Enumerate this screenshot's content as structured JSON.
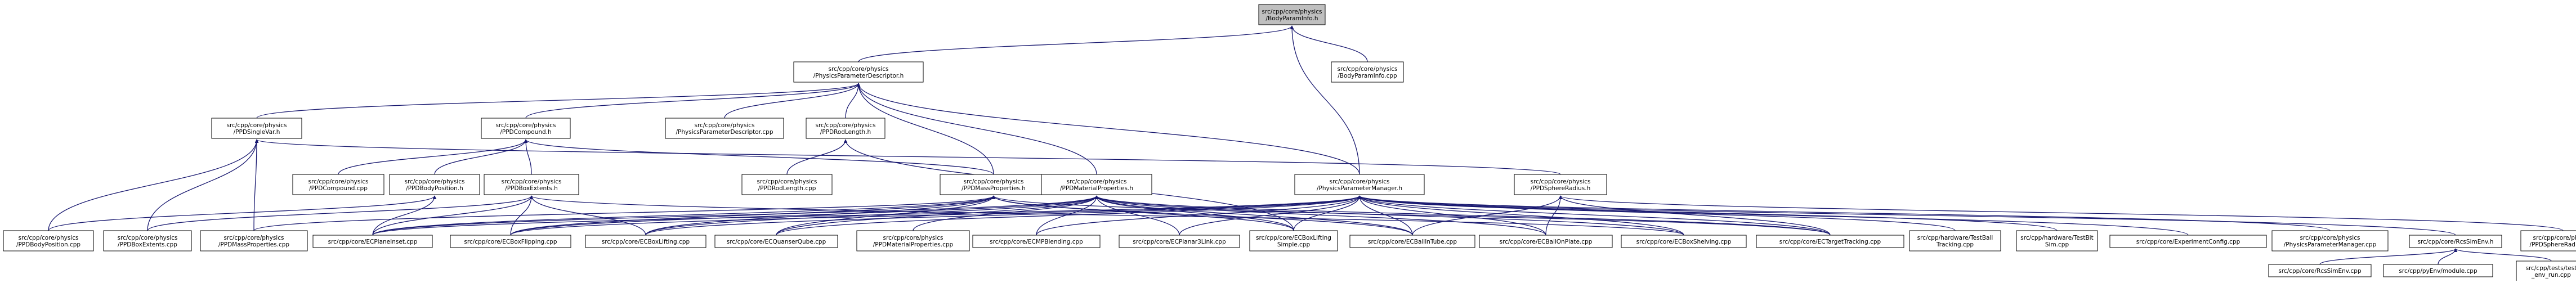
{
  "colors": {
    "edge": "#191970",
    "node_border": "#000000",
    "node_fill": "#ffffff",
    "highlight_fill": "#bfbfbf",
    "text": "#000000"
  },
  "nodes": [
    {
      "id": "n_bpi_h",
      "lines": [
        "src/cpp/core/physics",
        "/BodyParamInfo.h"
      ],
      "highlight": true
    },
    {
      "id": "n_ppd_h",
      "lines": [
        "src/cpp/core/physics",
        "/PhysicsParameterDescriptor.h"
      ]
    },
    {
      "id": "n_bpi_cpp",
      "lines": [
        "src/cpp/core/physics",
        "/BodyParamInfo.cpp"
      ]
    },
    {
      "id": "n_singlevar",
      "lines": [
        "src/cpp/core/physics",
        "/PPDSingleVar.h"
      ]
    },
    {
      "id": "n_compound_h",
      "lines": [
        "src/cpp/core/physics",
        "/PPDCompound.h"
      ]
    },
    {
      "id": "n_ppd_cpp",
      "lines": [
        "src/cpp/core/physics",
        "/PhysicsParameterDescriptor.cpp"
      ]
    },
    {
      "id": "n_rodlen_h",
      "lines": [
        "src/cpp/core/physics",
        "/PPDRodLength.h"
      ]
    },
    {
      "id": "n_compound_cpp",
      "lines": [
        "src/cpp/core/physics",
        "/PPDCompound.cpp"
      ]
    },
    {
      "id": "n_bodypos_h",
      "lines": [
        "src/cpp/core/physics",
        "/PPDBodyPosition.h"
      ]
    },
    {
      "id": "n_boxext_h",
      "lines": [
        "src/cpp/core/physics",
        "/PPDBoxExtents.h"
      ]
    },
    {
      "id": "n_rodlen_cpp",
      "lines": [
        "src/cpp/core/physics",
        "/PPDRodLength.cpp"
      ]
    },
    {
      "id": "n_massprop_h",
      "lines": [
        "src/cpp/core/physics",
        "/PPDMassProperties.h"
      ]
    },
    {
      "id": "n_matprop_h",
      "lines": [
        "src/cpp/core/physics",
        "/PPDMaterialProperties.h"
      ]
    },
    {
      "id": "n_ppm_h",
      "lines": [
        "src/cpp/core/physics",
        "/PhysicsParameterManager.h"
      ]
    },
    {
      "id": "n_sphere_h",
      "lines": [
        "src/cpp/core/physics",
        "/PPDSphereRadius.h"
      ]
    },
    {
      "id": "n_bodypos_cpp",
      "lines": [
        "src/cpp/core/physics",
        "/PPDBodyPosition.cpp"
      ]
    },
    {
      "id": "n_boxext_cpp",
      "lines": [
        "src/cpp/core/physics",
        "/PPDBoxExtents.cpp"
      ]
    },
    {
      "id": "n_massprop_cpp",
      "lines": [
        "src/cpp/core/physics",
        "/PPDMassProperties.cpp"
      ]
    },
    {
      "id": "n_planeinset",
      "lines": [
        "src/cpp/core/ECPlaneInset.cpp"
      ]
    },
    {
      "id": "n_boxflipping",
      "lines": [
        "src/cpp/core/ECBoxFlipping.cpp"
      ]
    },
    {
      "id": "n_boxlifting",
      "lines": [
        "src/cpp/core/ECBoxLifting.cpp"
      ]
    },
    {
      "id": "n_qube",
      "lines": [
        "src/cpp/core/ECQuanserQube.cpp"
      ]
    },
    {
      "id": "n_matprop_cpp",
      "lines": [
        "src/cpp/core/physics",
        "/PPDMaterialProperties.cpp"
      ]
    },
    {
      "id": "n_mpblending",
      "lines": [
        "src/cpp/core/ECMPBlending.cpp"
      ]
    },
    {
      "id": "n_planar3link",
      "lines": [
        "src/cpp/core/ECPlanar3Link.cpp"
      ]
    },
    {
      "id": "n_boxliftsimple",
      "lines": [
        "src/cpp/core/ECBoxLifting",
        "Simple.cpp"
      ]
    },
    {
      "id": "n_ballintube",
      "lines": [
        "src/cpp/core/ECBallInTube.cpp"
      ]
    },
    {
      "id": "n_ballonplate",
      "lines": [
        "src/cpp/core/ECBallOnPlate.cpp"
      ]
    },
    {
      "id": "n_boxshelving",
      "lines": [
        "src/cpp/core/ECBoxShelving.cpp"
      ]
    },
    {
      "id": "n_targettracking",
      "lines": [
        "src/cpp/core/ECTargetTracking.cpp"
      ]
    },
    {
      "id": "n_hw_testball",
      "lines": [
        "src/cpp/hardware/TestBall",
        "Tracking.cpp"
      ]
    },
    {
      "id": "n_hw_testbit",
      "lines": [
        "src/cpp/hardware/TestBit",
        "Sim.cpp"
      ]
    },
    {
      "id": "n_expconfig",
      "lines": [
        "src/cpp/core/ExperimentConfig.cpp"
      ]
    },
    {
      "id": "n_ppm_cpp",
      "lines": [
        "src/cpp/core/physics",
        "/PhysicsParameterManager.cpp"
      ]
    },
    {
      "id": "n_rcssimenv_h",
      "lines": [
        "src/cpp/core/RcsSimEnv.h"
      ]
    },
    {
      "id": "n_sphere_cpp",
      "lines": [
        "src/cpp/core/physics",
        "/PPDSphereRadius.cpp"
      ]
    },
    {
      "id": "n_rcssimenv_cpp",
      "lines": [
        "src/cpp/core/RcsSimEnv.cpp"
      ]
    },
    {
      "id": "n_pyenvmodule",
      "lines": [
        "src/cpp/pyEnv/module.cpp"
      ]
    },
    {
      "id": "n_tests_envrun",
      "lines": [
        "src/cpp/tests/test",
        "_env_run.cpp"
      ]
    }
  ]
}
